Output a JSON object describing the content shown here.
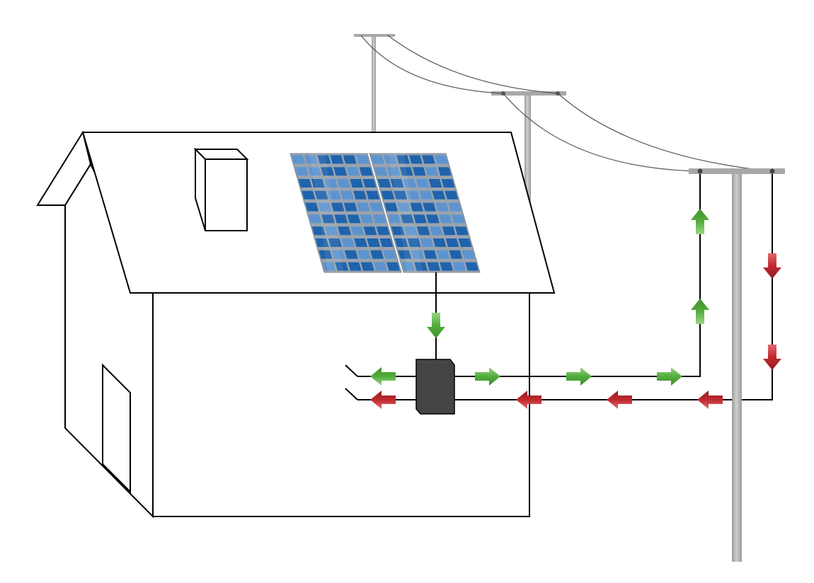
{
  "colors": {
    "outline": "#000000",
    "pole": "#a8a8a8",
    "pole_highlight": "#c8c8c8",
    "wire": "#555555",
    "panel_blue": "#1e63ad",
    "panel_cell_light": "#5d94cf",
    "panel_frame": "#9aa3ad",
    "inverter": "#444444",
    "arrow_green": "#52ad3c",
    "arrow_green_light": "#9bd487",
    "arrow_red": "#c0282e",
    "arrow_red_light": "#e06a6e"
  },
  "icons": {
    "house": "house-outline-icon",
    "solar_panel": "solar-panel-icon",
    "chimney": "chimney-icon",
    "inverter": "inverter-meter-icon",
    "utility_pole": "utility-pole-icon",
    "flow_export": "green-arrow-icon",
    "flow_import": "red-arrow-icon"
  },
  "flows": {
    "solar_to_inverter": {
      "direction": "down",
      "color": "green",
      "count": 1
    },
    "inverter_to_home_green": {
      "direction": "left",
      "color": "green",
      "count": 1
    },
    "grid_to_home_red": {
      "direction": "left",
      "color": "red",
      "count": 1
    },
    "export_to_grid": {
      "direction": "right",
      "color": "green",
      "count": 3
    },
    "export_up_pole": {
      "direction": "up",
      "color": "green",
      "count": 2
    },
    "import_down_pole": {
      "direction": "down",
      "color": "red",
      "count": 2
    },
    "import_from_grid": {
      "direction": "left",
      "color": "red",
      "count": 3
    }
  }
}
